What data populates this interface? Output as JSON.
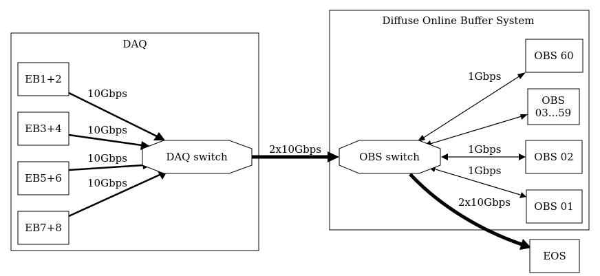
{
  "clusters": {
    "daq": {
      "label": "DAQ"
    },
    "obs_system": {
      "label": "Diffuse Online Buffer System"
    }
  },
  "nodes": {
    "eb12": {
      "label": "EB1+2"
    },
    "eb34": {
      "label": "EB3+4"
    },
    "eb56": {
      "label": "EB5+6"
    },
    "eb78": {
      "label": "EB7+8"
    },
    "daq_switch": {
      "label": "DAQ switch"
    },
    "obs_switch": {
      "label": "OBS switch"
    },
    "obs60": {
      "label": "OBS 60"
    },
    "obs0359": {
      "line1": "OBS",
      "line2": "03...59"
    },
    "obs02": {
      "label": "OBS 02"
    },
    "obs01": {
      "label": "OBS 01"
    },
    "eos": {
      "label": "EOS"
    }
  },
  "edges": {
    "eb12_daq": {
      "label": "10Gbps"
    },
    "eb34_daq": {
      "label": "10Gbps"
    },
    "eb56_daq": {
      "label": "10Gbps"
    },
    "eb78_daq": {
      "label": "10Gbps"
    },
    "daq_obs": {
      "label": "2x10Gbps"
    },
    "obs_obs60": {
      "label": "1Gbps"
    },
    "obs_obs02": {
      "label": "1Gbps"
    },
    "obs_obs01": {
      "label": "1Gbps"
    },
    "obs_eos": {
      "label": "2x10Gbps"
    }
  }
}
